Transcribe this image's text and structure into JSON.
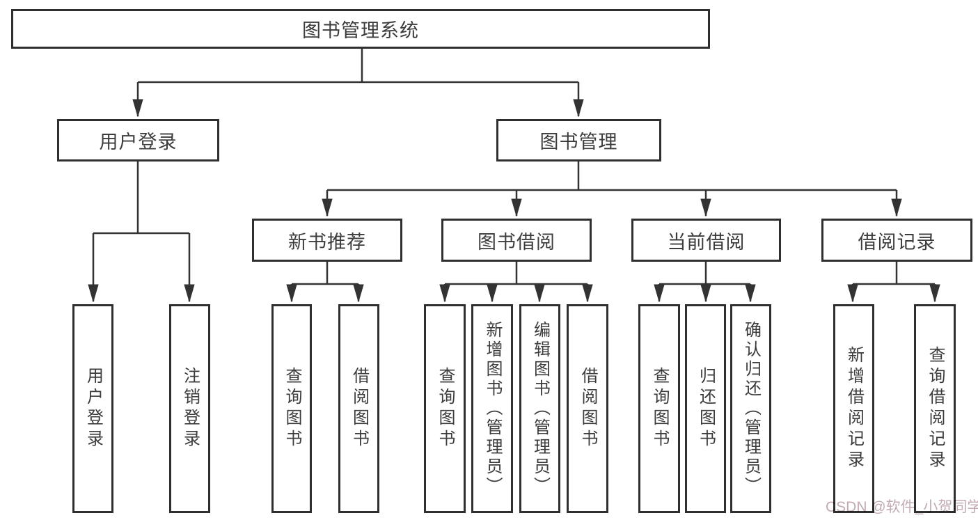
{
  "diagram_title": "图书管理系统",
  "nodes": {
    "root": "图书管理系统",
    "user_login": "用户登录",
    "book_mgmt": "图书管理",
    "new_books": "新书推荐",
    "book_borrow": "图书借阅",
    "current_borrow": "当前借阅",
    "borrow_records": "借阅记录",
    "v_user_login": "用户登录",
    "v_logout": "注销登录",
    "v_query_books_1": "查询图书",
    "v_borrow_books_1": "借阅图书",
    "v_query_books_2": "查询图书",
    "v_add_books": "新增图书（管理员）",
    "v_edit_books": "编辑图书（管理员）",
    "v_borrow_books_2": "借阅图书",
    "v_query_books_3": "查询图书",
    "v_return_books": "归还图书",
    "v_confirm_return": "确认归还（管理员）",
    "v_add_record": "新增借阅记录",
    "v_query_record": "查询借阅记录"
  },
  "watermark": "CSDN @软件_小贺同学",
  "colors": {
    "line": "#333333",
    "border": "#2f2f2f",
    "text": "#3c3c3c",
    "watermark": "#c2abb1",
    "background": "#ffffff"
  }
}
